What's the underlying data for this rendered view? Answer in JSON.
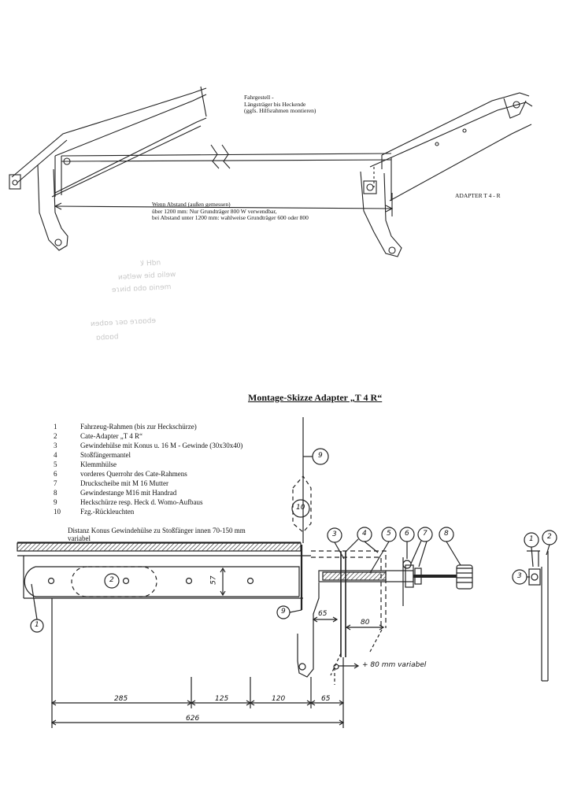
{
  "top_drawing": {
    "caption_lines": [
      "Fahrgestell -",
      "Längsträger bis Heckende",
      "(ggfs. Hilfsrahmen montieren)"
    ],
    "distance_lines": [
      "Wenn Abstand (außen gemessen)",
      "über 1200 mm: Nur Grundträger 800 W verwendbar,",
      "bei Abstand unter 1200 mm: wahlweise Grundträger 600 oder 800"
    ],
    "adapter_label": "ADAPTER T 4 - R"
  },
  "bleed_through": [
    "ﻻ Hbn",
    "ᴎətlɘw ɘid ɒilɘw",
    "ɘɿᴎid ɒdɒ ɒinɘm",
    "ᴎɘdɒɘ ɿəɒ ɘɿɒɒdɘ",
    "ɒdɒɒd"
  ],
  "assembly": {
    "title": "Montage-Skizze Adapter „T 4 R“",
    "legend": [
      {
        "num": "1",
        "text": "Fahrzeug-Rahmen (bis zur Heckschürze)"
      },
      {
        "num": "2",
        "text": "Cate-Adapter „T 4 R“"
      },
      {
        "num": "3",
        "text": "Gewindehülse mit Konus u. 16 M - Gewinde (30x30x40)"
      },
      {
        "num": "4",
        "text": "Stoßfängermantel"
      },
      {
        "num": "5",
        "text": "Klemmhülse"
      },
      {
        "num": "6",
        "text": "vorderes Querrohr des Cate-Rahmens"
      },
      {
        "num": "7",
        "text": "Druckscheibe mit M 16 Mutter"
      },
      {
        "num": "8",
        "text": "Gewindestange M16 mit Handrad"
      },
      {
        "num": "9",
        "text": "Heckschürze resp. Heck d. Womo-Aufbaus"
      },
      {
        "num": "10",
        "text": "Fzg.-Rückleuchten"
      }
    ],
    "distance_note_lines": [
      "Distanz Konus Gewindehülse zu Stoßfänger innen 70-150 mm",
      "variabel"
    ],
    "callouts": {
      "c1": "1",
      "c2": "2",
      "c3": "3",
      "c4": "4",
      "c5": "5",
      "c6": "6",
      "c7": "7",
      "c8": "8",
      "c9a": "9",
      "c9b": "9",
      "c10": "10",
      "side1": "1",
      "side2": "2",
      "side3": "3"
    },
    "dimensions": {
      "d285": "285",
      "d125": "125",
      "d120": "120",
      "d65b": "65",
      "d626": "626",
      "d65a": "65",
      "d80": "80",
      "d57": "57",
      "variabel": "+ 80 mm variabel"
    }
  }
}
